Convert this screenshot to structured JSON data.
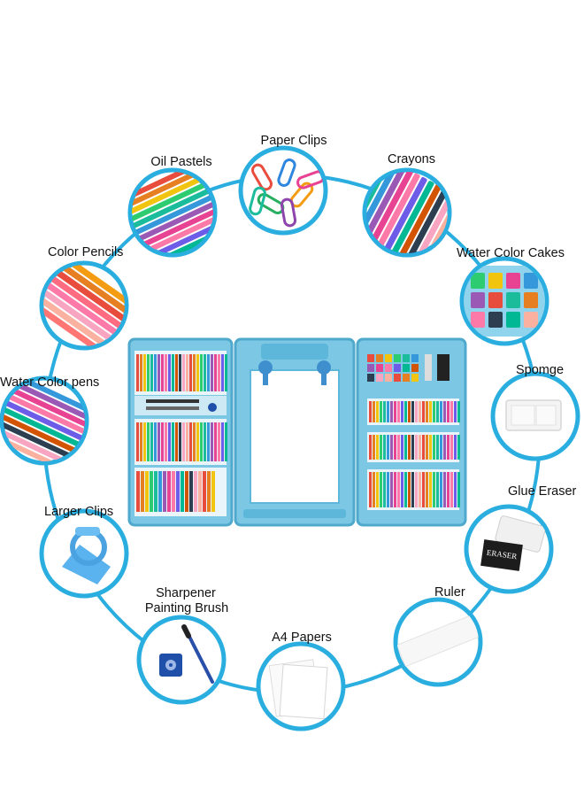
{
  "labels": {
    "paper_clips": "Paper Clips",
    "oil_pastels": "Oil Pastels",
    "crayons": "Crayons",
    "color_pencils": "Color Pencils",
    "water_color_cakes": "Water Color Cakes",
    "spomge": "Spomge",
    "water_color_pens": "Water Color pens",
    "glue_eraser": "Glue Eraser",
    "larger_clips": "Larger Clips",
    "ruler": "Ruler",
    "sharpener": "Sharpener",
    "painting_brush": "Painting Brush",
    "a4_papers": "A4 Papers"
  },
  "eraser_text": "ERASER",
  "colors": {
    "ring": "#2aaee0",
    "case": "#7cc8e4",
    "case_dark": "#4ea9cc"
  }
}
